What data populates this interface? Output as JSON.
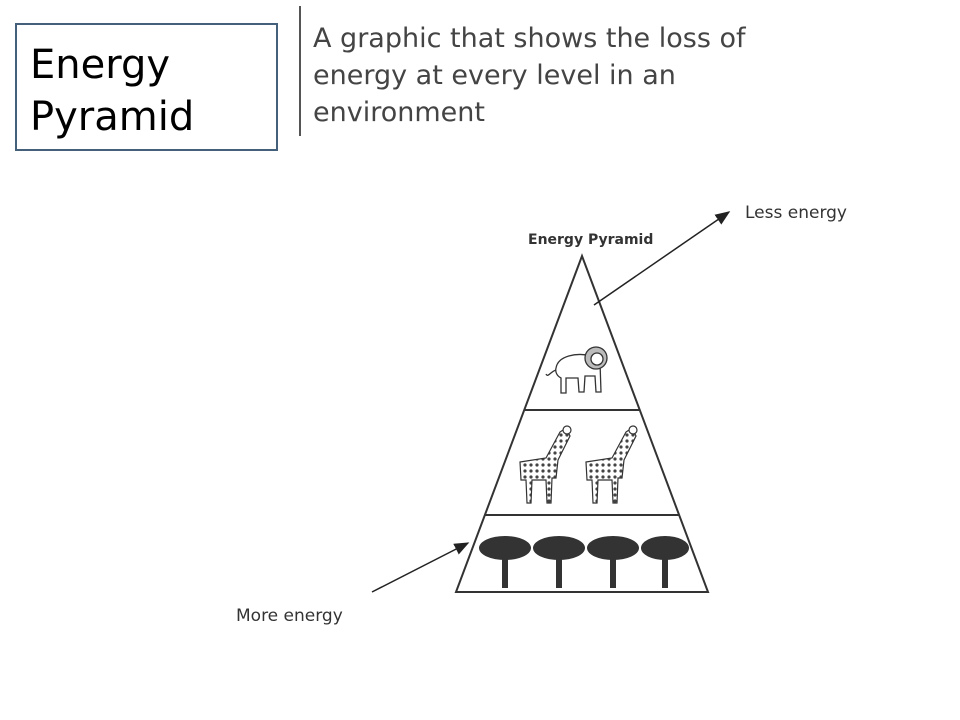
{
  "title": {
    "line1": "Energy",
    "line2": "Pyramid"
  },
  "definition": {
    "line1": "A graphic that shows the loss of",
    "line2": "energy at every level in an",
    "line3": "environment"
  },
  "diagram": {
    "heading": "Energy Pyramid",
    "top_label": "Less energy",
    "bottom_label": "More energy",
    "levels": [
      {
        "icon": "lion-icon",
        "count": 1
      },
      {
        "icon": "giraffe-icon",
        "count": 2
      },
      {
        "icon": "tree-icon",
        "count": 4
      }
    ]
  }
}
